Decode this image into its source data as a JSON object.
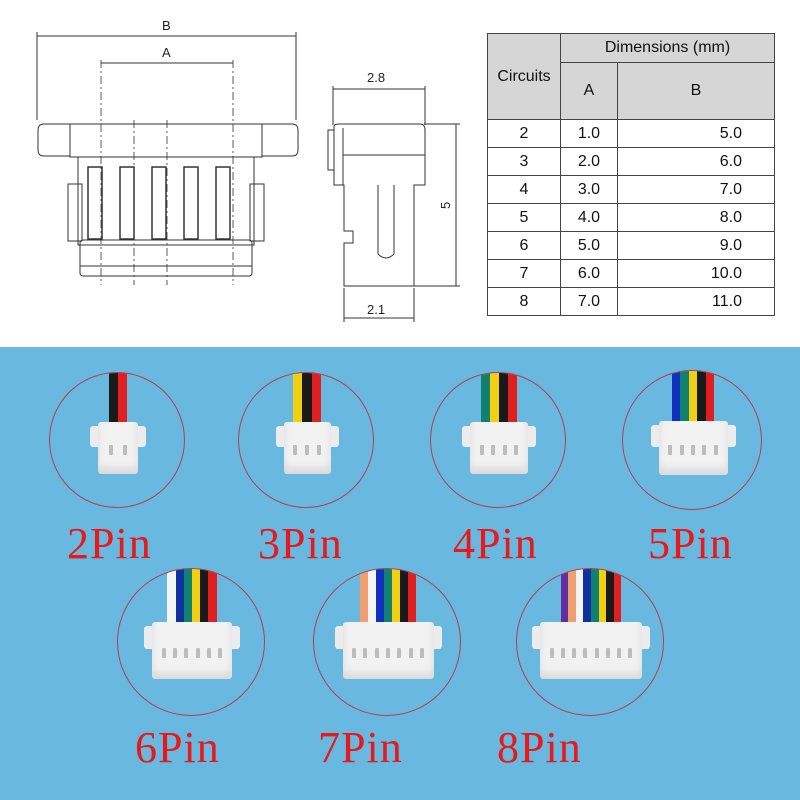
{
  "drawing": {
    "front_view": {
      "dim_outer_label": "B",
      "dim_inner_label": "A"
    },
    "side_view": {
      "dim_top": "2.8",
      "dim_bottom": "2.1",
      "dim_height": "5"
    }
  },
  "table": {
    "header_circuits": "Circuits",
    "header_dimensions": "Dimensions (mm)",
    "header_a": "A",
    "header_b": "B",
    "rows": [
      {
        "circuits": "2",
        "a": "1.0",
        "b": "5.0"
      },
      {
        "circuits": "3",
        "a": "2.0",
        "b": "6.0"
      },
      {
        "circuits": "4",
        "a": "3.0",
        "b": "7.0"
      },
      {
        "circuits": "5",
        "a": "4.0",
        "b": "8.0"
      },
      {
        "circuits": "6",
        "a": "5.0",
        "b": "9.0"
      },
      {
        "circuits": "7",
        "a": "6.0",
        "b": "10.0"
      },
      {
        "circuits": "8",
        "a": "7.0",
        "b": "11.0"
      }
    ]
  },
  "connectors": [
    {
      "label": "2Pin",
      "wires": [
        "#1a1a1a",
        "#e02020"
      ]
    },
    {
      "label": "3Pin",
      "wires": [
        "#f0d010",
        "#1a1a1a",
        "#e02020"
      ]
    },
    {
      "label": "4Pin",
      "wires": [
        "#108070",
        "#f0d010",
        "#1a1a1a",
        "#e02020"
      ]
    },
    {
      "label": "5Pin",
      "wires": [
        "#1030c0",
        "#108070",
        "#f0d010",
        "#1a1a1a",
        "#e02020"
      ]
    },
    {
      "label": "6Pin",
      "wires": [
        "#f4f4f4",
        "#1030a0",
        "#108070",
        "#f0d010",
        "#1a1a1a",
        "#e02020"
      ]
    },
    {
      "label": "7Pin",
      "wires": [
        "#f0a070",
        "#f4f4f4",
        "#1030c0",
        "#108070",
        "#f0d010",
        "#1a1a1a",
        "#e02020"
      ]
    },
    {
      "label": "8Pin",
      "wires": [
        "#6030a0",
        "#f0a070",
        "#f4f4f4",
        "#1030a0",
        "#108070",
        "#f0d010",
        "#1a1a1a",
        "#e02020"
      ]
    }
  ],
  "colors": {
    "background_blue": "#68b8e0",
    "label_red": "#e8191b",
    "circle_outline": "#b04050",
    "table_header_gray": "#d6d6d6"
  }
}
